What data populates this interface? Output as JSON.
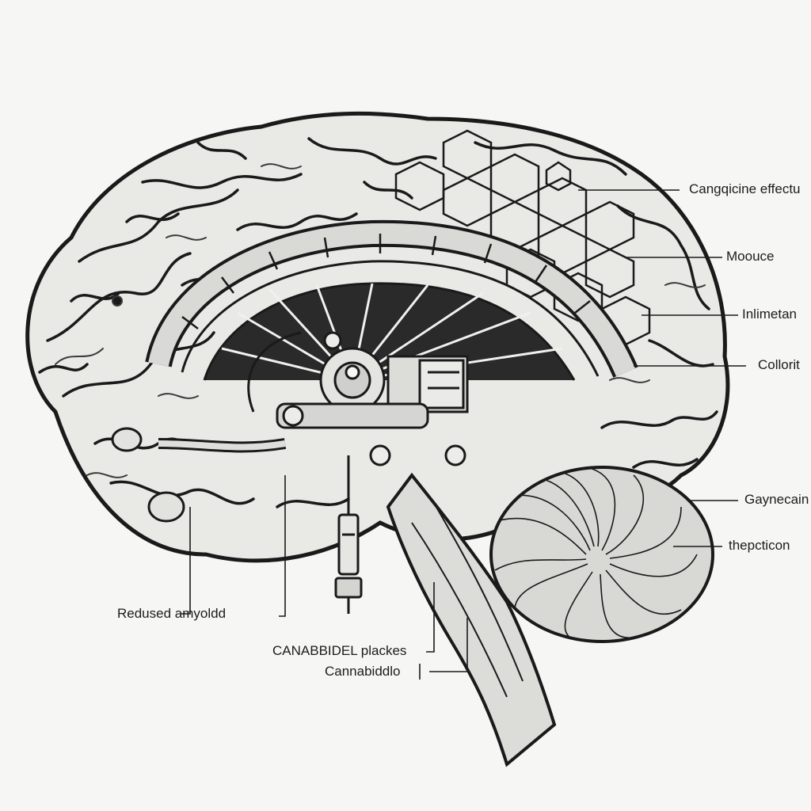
{
  "diagram": {
    "labels": {
      "cangigicine": "Cangqicine effectu",
      "mouuce": "Moouce",
      "inlimetan": "Inlimetan",
      "collorit": "Collorit",
      "gaynecain": "Gaynecain",
      "thepcticon": "thepcticon",
      "redused": "Redused amyoldd",
      "canabbidel": "CANABBIDEL plackes",
      "cannabiddlo": "Cannabiddlo"
    },
    "colors": {
      "ink": "#1a1a1a",
      "paper": "#f6f6f4",
      "brain_fill": "#e9e9e6",
      "metal_fill": "#d9d9d6"
    }
  }
}
